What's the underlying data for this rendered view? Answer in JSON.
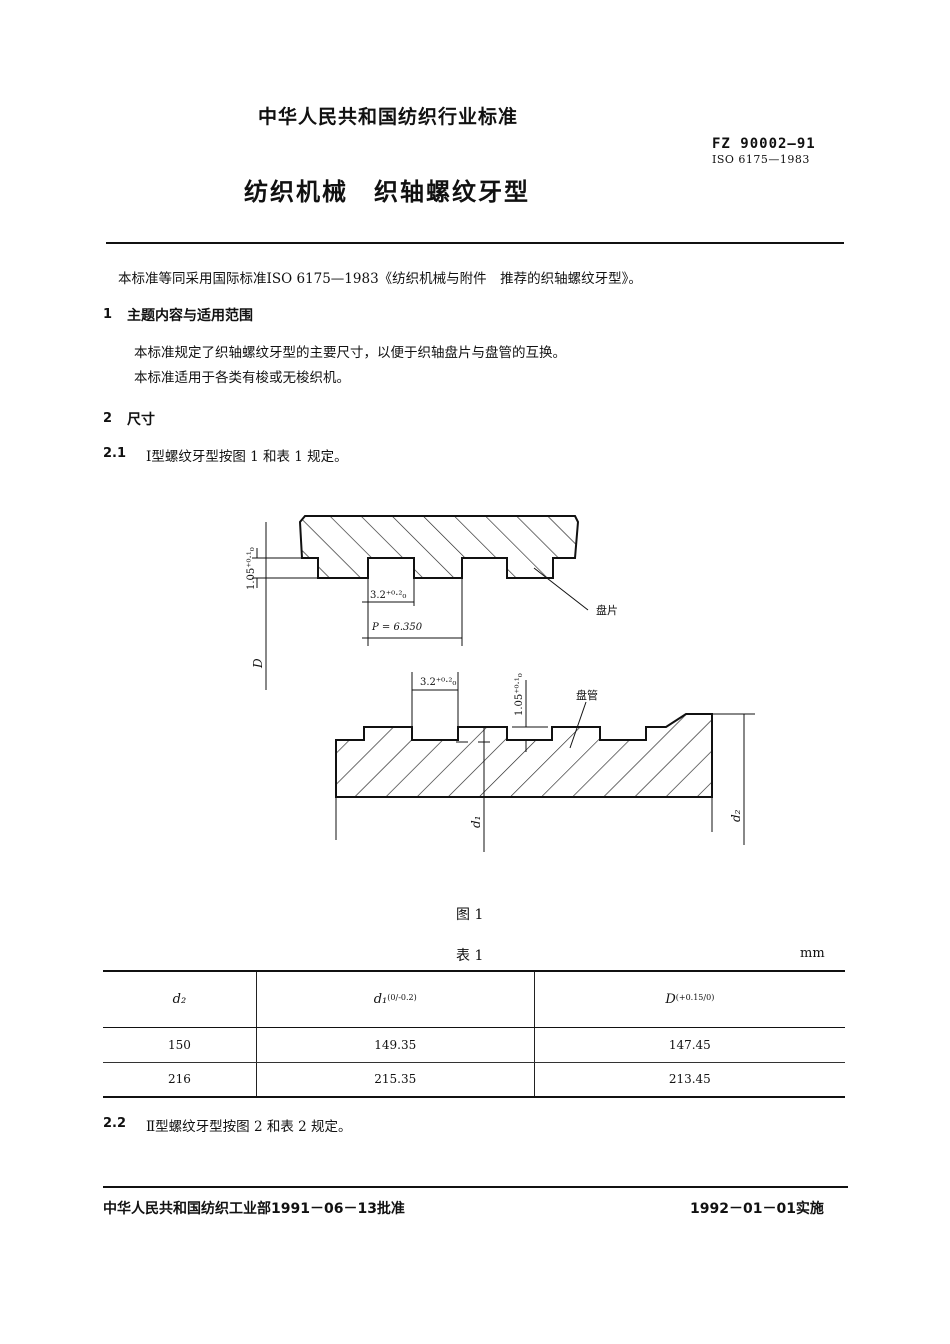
{
  "header": {
    "org_title": "中华人民共和国纺织行业标准",
    "std_code": "FZ 90002—91",
    "iso_code": "ISO 6175—1983",
    "doc_title": "纺织机械　织轴螺纹牙型"
  },
  "intro": "本标准等同采用国际标准ISO 6175—1983《纺织机械与附件　推荐的织轴螺纹牙型》。",
  "sections": {
    "s1": {
      "num": "1",
      "title": "主题内容与适用范围",
      "para1": "本标准规定了织轴螺纹牙型的主要尺寸，以便于织轴盘片与盘管的互换。",
      "para2": "本标准适用于各类有梭或无梭织机。"
    },
    "s2": {
      "num": "2",
      "title": "尺寸"
    },
    "s21": {
      "num": "2.1",
      "text": "Ⅰ型螺纹牙型按图 1 和表 1 规定。"
    },
    "s22": {
      "num": "2.2",
      "text": "Ⅱ型螺纹牙型按图 2 和表 2 规定。"
    }
  },
  "figure": {
    "caption": "图 1",
    "labels": {
      "depth_top": "1.05⁺⁰·¹₀",
      "width_top": "3.2⁺⁰·²₀",
      "pitch": "P = 6.350",
      "disc": "盘片",
      "D": "D",
      "width_bottom": "3.2⁺⁰·²₀",
      "depth_bottom": "1.05⁺⁰·¹₀",
      "tube": "盘管",
      "d1": "d₁",
      "d2": "d₂"
    }
  },
  "table": {
    "caption": "表 1",
    "unit": "mm",
    "headers": [
      {
        "sym": "d₂",
        "tol_top": "",
        "tol_bottom": ""
      },
      {
        "sym": "d₁",
        "tol_top": "0",
        "tol_bottom": "-0.2"
      },
      {
        "sym": "D",
        "tol_top": "+0.15",
        "tol_bottom": "0"
      }
    ],
    "rows": [
      [
        "150",
        "149.35",
        "147.45"
      ],
      [
        "216",
        "215.35",
        "213.45"
      ]
    ]
  },
  "footer": {
    "left": "中华人民共和国纺织工业部1991－06－13批准",
    "right": "1992－01－01实施"
  }
}
